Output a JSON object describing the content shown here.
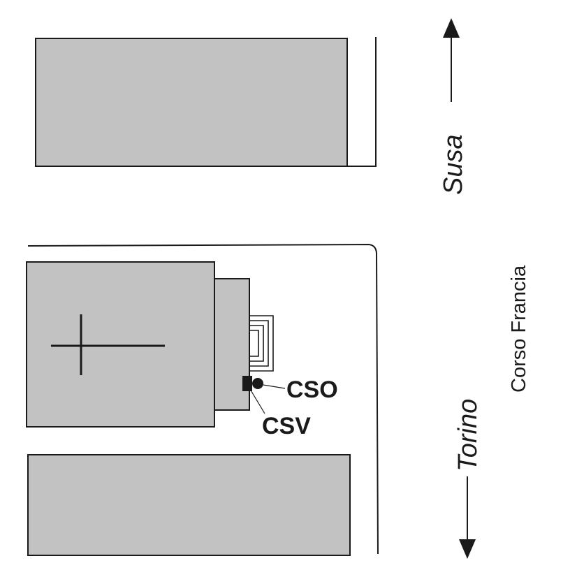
{
  "map": {
    "labels": {
      "susa": "Susa",
      "torino": "Torino",
      "street": "Corso Francia",
      "station_cso": "CSO",
      "station_csv": "CSV"
    },
    "colors": {
      "building_fill": "#c2c2c2",
      "outline": "#1a1a1a",
      "background": "#ffffff"
    },
    "icons": {
      "church_cross": "cross-icon",
      "arrow_up": "arrow-up-icon",
      "arrow_down": "arrow-down-icon",
      "station_cso_marker": "circle-icon",
      "station_csv_marker": "square-icon"
    }
  }
}
